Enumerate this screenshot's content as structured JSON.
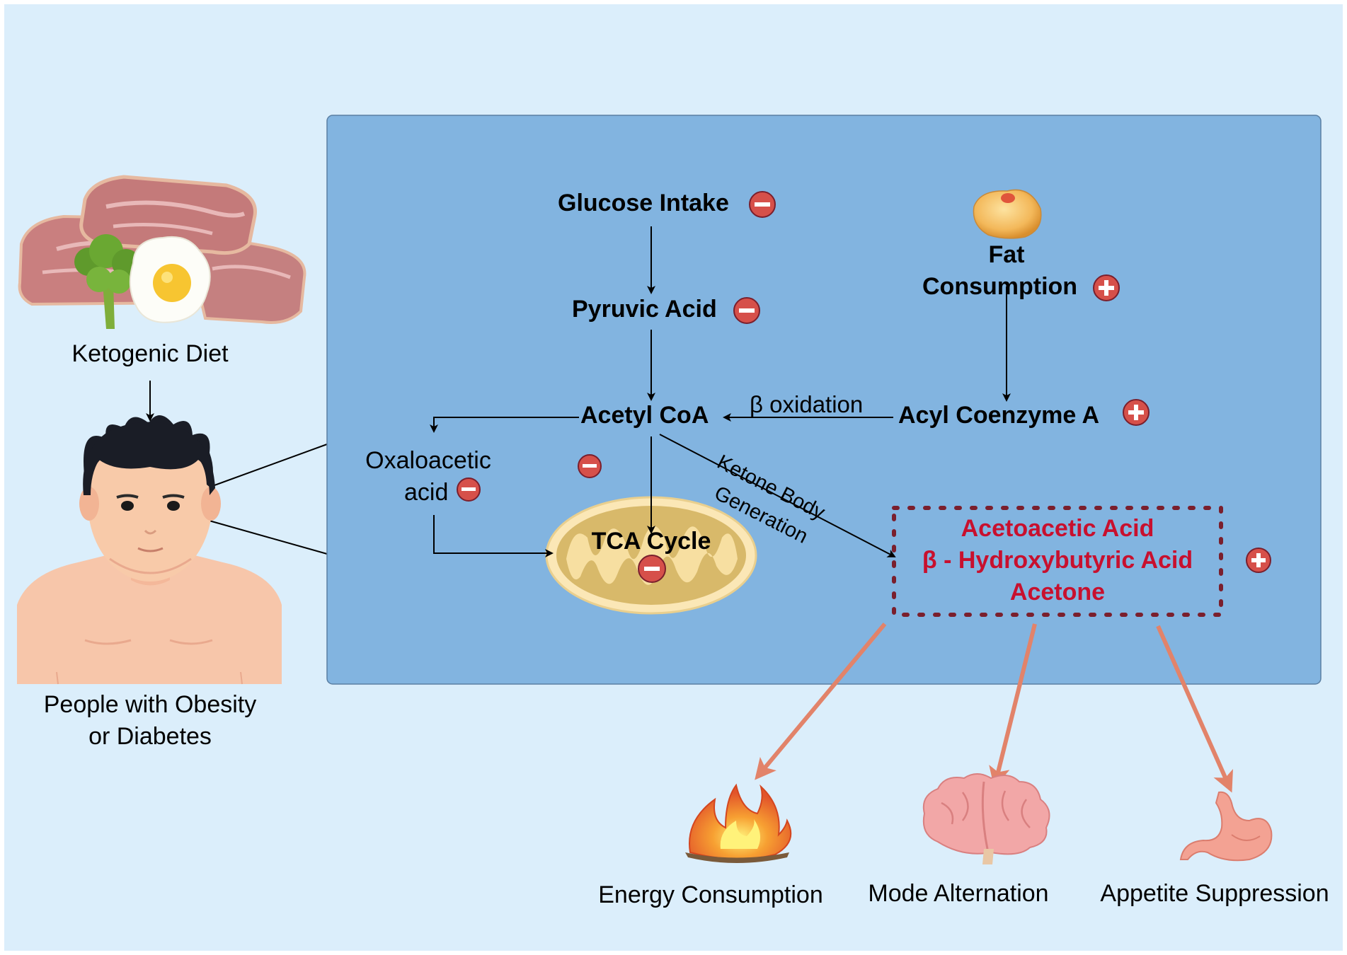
{
  "left": {
    "diet_label": "Ketogenic Diet",
    "people_label_line1": "People with Obesity",
    "people_label_line2": "or Diabetes"
  },
  "pathway": {
    "glucose": "Glucose Intake",
    "pyruvic": "Pyruvic Acid",
    "acetyl": "Acetyl CoA",
    "fat_line1": "Fat",
    "fat_line2": "Consumption",
    "acyl": "Acyl Coenzyme A",
    "beta_oxidation": "β oxidation",
    "oxalo_line1": "Oxaloacetic",
    "oxalo_line2": "acid",
    "tca": "TCA Cycle",
    "ketone_line1": "Ketone Body",
    "ketone_line2": "Generation"
  },
  "ketones": {
    "line1": "Acetoacetic Acid",
    "line2": "β - Hydroxybutyric Acid",
    "line3": "Acetone"
  },
  "outcomes": {
    "energy": "Energy Consumption",
    "mode": "Mode Alternation",
    "appetite": "Appetite Suppression"
  },
  "colors": {
    "background": "#dbeefb",
    "panel": "#82b4e0",
    "ketone_text": "#c8102e",
    "badge": "#d6504a",
    "outcome_arrow": "#e2836a"
  }
}
